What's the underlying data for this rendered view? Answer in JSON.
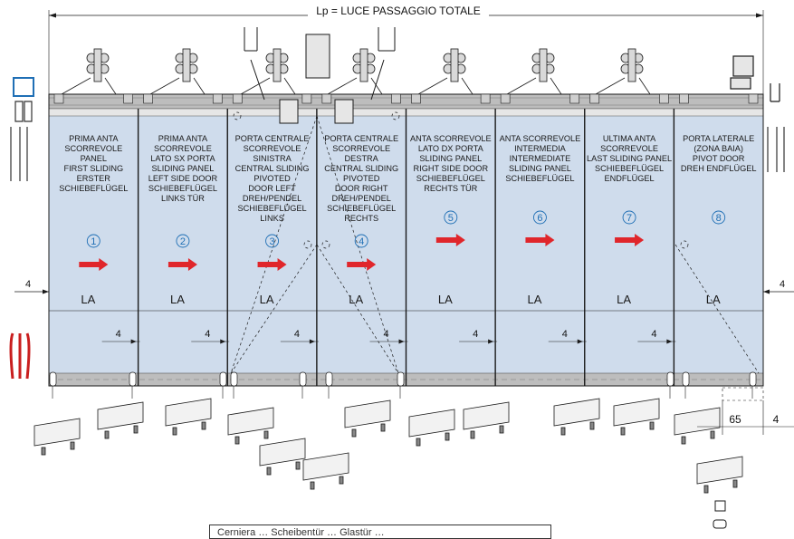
{
  "title": "Lp = LUCE PASSAGGIO TOTALE",
  "side_gap_left": "4",
  "side_gap_right": "4",
  "panel_width_label": "LA",
  "overlap_label": "4",
  "bottom_dims": [
    "65",
    "4"
  ],
  "legend_text": "Cerniera … Scheibentür … Glastür …",
  "colors": {
    "panel_fill": "#cfdcec",
    "rail": "#bdbdbd",
    "arrow": "#e0262b",
    "number": "#1f6fb5",
    "line": "#1a1a1a"
  },
  "panels": [
    {
      "number": "1",
      "arrow": true,
      "lines": [
        "PRIMA ANTA",
        "SCORREVOLE",
        "PANEL",
        "FIRST SLIDING",
        "ERSTER",
        "SCHIEBEFLÜGEL"
      ],
      "text_order": [
        "PRIMA ANTA",
        "SCORREVOLE",
        "PANEL",
        "FIRST SLIDING",
        "ERSTER",
        "SCHIEBEFLÜGEL"
      ]
    },
    {
      "number": "2",
      "arrow": true,
      "lines": [
        "PRIMA ANTA",
        "SCORREVOLE",
        "LATO SX PORTA",
        "SLIDING PANEL",
        "LEFT SIDE DOOR",
        "SCHIEBEFLÜGEL",
        "LINKS TÜR"
      ]
    },
    {
      "number": "3",
      "arrow": true,
      "lines": [
        "PORTA CENTRALE",
        "SCORREVOLE",
        "SINISTRA",
        "CENTRAL SLIDING",
        "PIVOTED",
        "DOOR LEFT",
        "DREH/PENDEL",
        "SCHIEBEFLÜGEL",
        "LINKS"
      ]
    },
    {
      "number": "4",
      "arrow": true,
      "lines": [
        "PORTA CENTRALE",
        "SCORREVOLE",
        "DESTRA",
        "CENTRAL SLIDING",
        "PIVOTED",
        "DOOR RIGHT",
        "DREH/PENDEL",
        "SCHIEBEFLÜGEL",
        "RECHTS"
      ]
    },
    {
      "number": "5",
      "arrow": true,
      "lines": [
        "ANTA SCORREVOLE",
        "LATO DX PORTA",
        "SLIDING PANEL",
        "RIGHT SIDE DOOR",
        "SCHIEBEFLÜGEL",
        "RECHTS TÜR"
      ]
    },
    {
      "number": "6",
      "arrow": true,
      "lines": [
        "ANTA SCORREVOLE",
        "INTERMEDIA",
        "INTERMEDIATE",
        "SLIDING PANEL",
        "SCHIEBEFLÜGEL"
      ]
    },
    {
      "number": "7",
      "arrow": true,
      "lines": [
        "ULTIMA ANTA",
        "SCORREVOLE",
        "LAST SLIDING PANEL",
        "SCHIEBEFLÜGEL",
        "ENDFLÜGEL"
      ]
    },
    {
      "number": "8",
      "arrow": false,
      "lines": [
        "PORTA LATERALE",
        "(ZONA BAIA)",
        "PIVOT DOOR",
        "DREH ENDFLÜGEL"
      ]
    }
  ]
}
